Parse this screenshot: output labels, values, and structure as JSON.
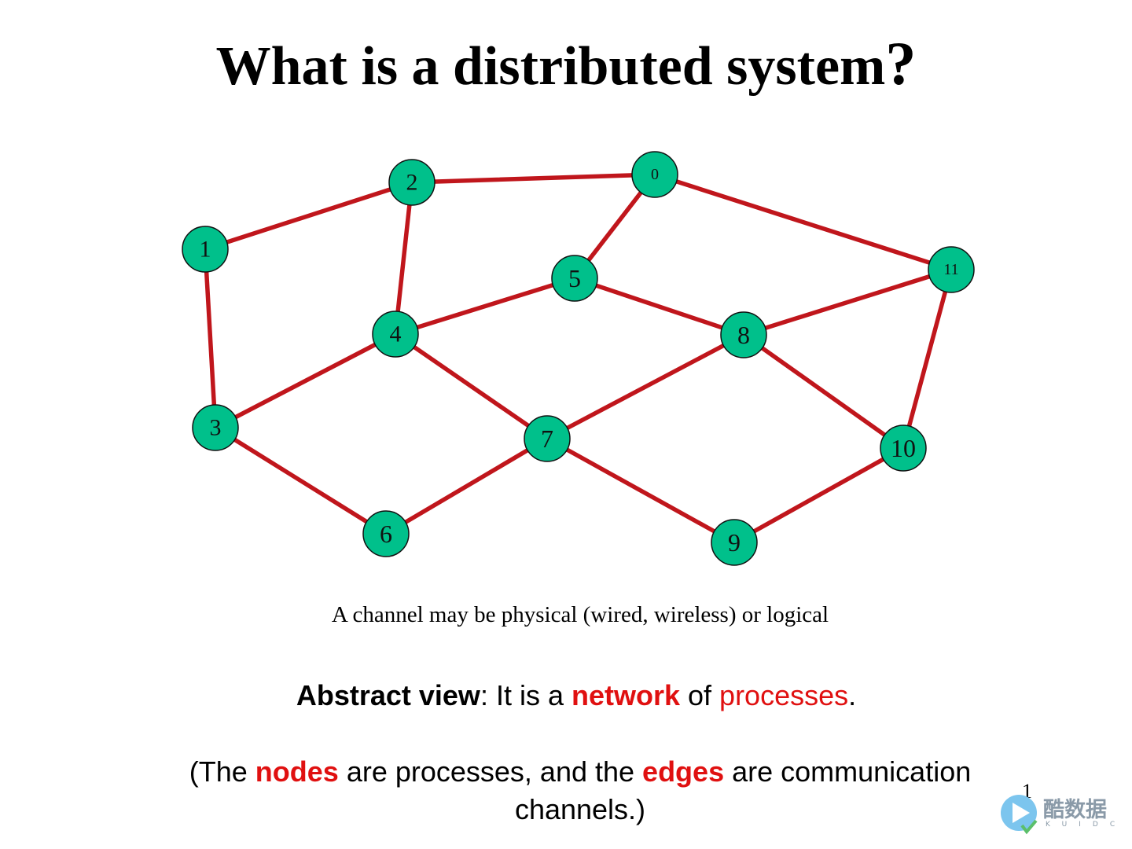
{
  "title": {
    "text": "What is a distributed system",
    "question_mark": "?"
  },
  "diagram": {
    "nodes": [
      "0",
      "1",
      "2",
      "3",
      "4",
      "5",
      "6",
      "7",
      "8",
      "9",
      "10",
      "11"
    ],
    "edges": [
      [
        "2",
        "0"
      ],
      [
        "0",
        "5"
      ],
      [
        "0",
        "11"
      ],
      [
        "1",
        "2"
      ],
      [
        "2",
        "4"
      ],
      [
        "1",
        "3"
      ],
      [
        "4",
        "5"
      ],
      [
        "5",
        "8"
      ],
      [
        "11",
        "8"
      ],
      [
        "11",
        "10"
      ],
      [
        "4",
        "3"
      ],
      [
        "4",
        "7"
      ],
      [
        "8",
        "7"
      ],
      [
        "8",
        "10"
      ],
      [
        "3",
        "6"
      ],
      [
        "7",
        "6"
      ],
      [
        "7",
        "9"
      ],
      [
        "10",
        "9"
      ]
    ],
    "node_color": "#00c08b",
    "edge_color": "#c0161c"
  },
  "caption": "A channel may be physical (wired, wireless) or logical",
  "abstract": {
    "lead": "Abstract view",
    "colon_text": ": It is a ",
    "network": "network",
    "of": " of ",
    "processes": "processes",
    "end": "."
  },
  "explain": {
    "open": "(The ",
    "nodes": "nodes",
    "mid1": " are processes, and the ",
    "edges": "edges",
    "mid2": " are communication channels.)"
  },
  "page_number": "1",
  "watermark": {
    "text": "酷数据",
    "sub": "KUIDC"
  },
  "colors": {
    "accent_red": "#e01010"
  }
}
